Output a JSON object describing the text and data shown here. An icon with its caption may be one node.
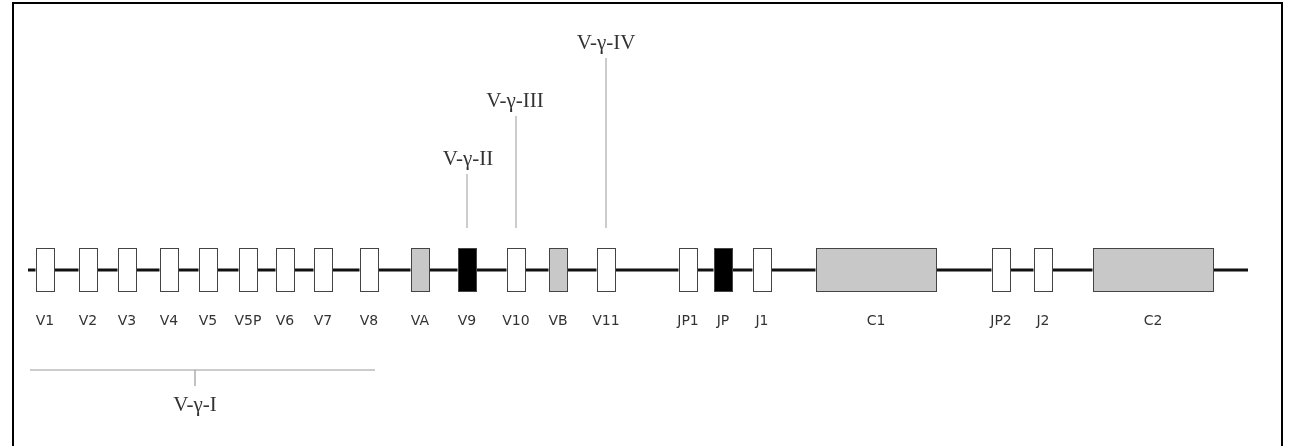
{
  "diagram": {
    "nodes": [
      {
        "text": [
          "V-γ-IV"
        ]
      },
      {
        "text": [
          "V-γ-III"
        ]
      },
      {
        "text": [
          "V-γ-II"
        ]
      },
      {
        "text": [
          "V1"
        ]
      },
      {
        "text": [
          "V2"
        ]
      },
      {
        "text": [
          "V3"
        ]
      },
      {
        "text": [
          "V4"
        ]
      },
      {
        "text": [
          "V5"
        ]
      },
      {
        "text": [
          "V5P"
        ]
      },
      {
        "text": [
          "V6"
        ]
      },
      {
        "text": [
          "V7"
        ]
      },
      {
        "text": [
          "V8"
        ]
      },
      {
        "text": [
          "VA"
        ]
      },
      {
        "text": [
          "V9"
        ]
      },
      {
        "text": [
          "V10"
        ]
      },
      {
        "text": [
          "VB"
        ]
      },
      {
        "text": [
          "V11"
        ]
      },
      {
        "text": [
          "JP1"
        ]
      },
      {
        "text": [
          "JP"
        ]
      },
      {
        "text": [
          "J1"
        ]
      },
      {
        "text": [
          "C1"
        ]
      },
      {
        "text": [
          "JP2"
        ]
      },
      {
        "text": [
          "J2"
        ]
      },
      {
        "text": [
          "C2"
        ]
      }
    ],
    "edges": [
      {
        "from": 0,
        "to": 16,
        "arrow": "none",
        "color": "#aaaaaa"
      },
      {
        "from": 1,
        "to": 14,
        "arrow": "none",
        "color": "#aaaaaa"
      },
      {
        "from": 2,
        "to": 13,
        "arrow": "none",
        "color": "#aaaaaa"
      },
      {
        "from": null,
        "to": 3,
        "arrow": "none"
      },
      {
        "from": 3,
        "to": 4,
        "arrow": "none"
      },
      {
        "from": 4,
        "to": 5,
        "arrow": "none"
      },
      {
        "from": 5,
        "to": 6,
        "arrow": "none"
      },
      {
        "from": 6,
        "to": 7,
        "arrow": "none"
      },
      {
        "from": 7,
        "to": 8,
        "arrow": "none"
      },
      {
        "from": 8,
        "to": 9,
        "arrow": "none"
      },
      {
        "from": 9,
        "to": 10,
        "arrow": "none"
      },
      {
        "from": 10,
        "to": 11,
        "arrow": "none"
      },
      {
        "from": 11,
        "to": 12,
        "arrow": "none"
      },
      {
        "from": 12,
        "to": 13,
        "arrow": "none"
      },
      {
        "from": 13,
        "to": 14,
        "arrow": "none"
      },
      {
        "from": 14,
        "to": 15,
        "arrow": "none"
      },
      {
        "from": 15,
        "to": 16,
        "arrow": "none"
      },
      {
        "from": 16,
        "to": 17,
        "arrow": "none"
      },
      {
        "from": 17,
        "to": 18,
        "arrow": "none"
      },
      {
        "from": 18,
        "to": 19,
        "arrow": "none"
      },
      {
        "from": 19,
        "to": 20,
        "arrow": "none"
      },
      {
        "from": 20,
        "to": 21,
        "arrow": "none"
      },
      {
        "from": 21,
        "to": 22,
        "arrow": "none"
      },
      {
        "from": 22,
        "to": 23,
        "arrow": "none"
      },
      {
        "from": 23,
        "to": null,
        "arrow": "none"
      }
    ],
    "labels": [
      "V-γ-I"
    ]
  }
}
